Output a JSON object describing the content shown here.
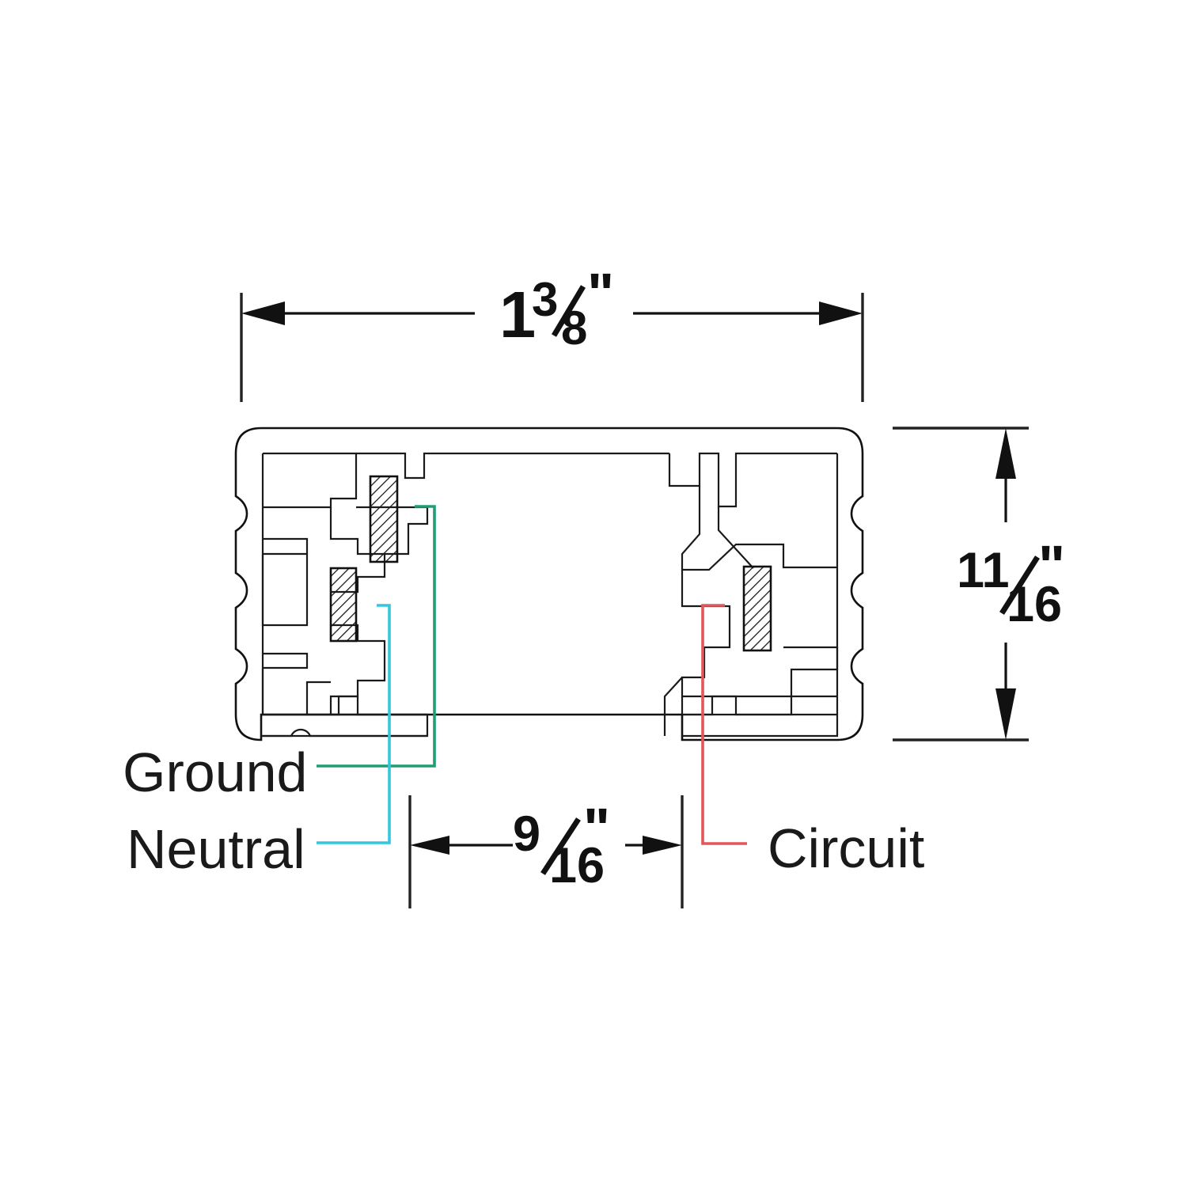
{
  "drawing": {
    "title": "Lighting track extrusion cross-section",
    "type": "technical-dimensioned-cross-section",
    "background_color": "#ffffff",
    "line_color": "#111111"
  },
  "dimensions": {
    "width": {
      "name": "overall-width",
      "whole": "1",
      "numerator": "3",
      "denominator": "8",
      "unit": "\"",
      "display": "1 3/8\"",
      "orientation": "horizontal",
      "position": "top"
    },
    "height": {
      "name": "overall-height",
      "whole": "",
      "numerator": "11",
      "denominator": "16",
      "unit": "\"",
      "display": "11/16\"",
      "orientation": "vertical",
      "position": "right"
    },
    "spacing": {
      "name": "conductor-spacing",
      "whole": "",
      "numerator": "9",
      "denominator": "16",
      "unit": "\"",
      "display": "9/16\"",
      "orientation": "horizontal",
      "position": "bottom"
    }
  },
  "callouts": [
    {
      "id": "ground",
      "label": "Ground",
      "color": "#1f9d76",
      "color_name": "green"
    },
    {
      "id": "neutral",
      "label": "Neutral",
      "color": "#34c6dd",
      "color_name": "cyan"
    },
    {
      "id": "circuit",
      "label": "Circuit",
      "color": "#e2565c",
      "color_name": "red"
    }
  ],
  "conductors": [
    {
      "id": "ground-bar",
      "hatched": true,
      "side": "left"
    },
    {
      "id": "neutral-bar",
      "hatched": true,
      "side": "left"
    },
    {
      "id": "circuit-bar",
      "hatched": true,
      "side": "right"
    }
  ]
}
